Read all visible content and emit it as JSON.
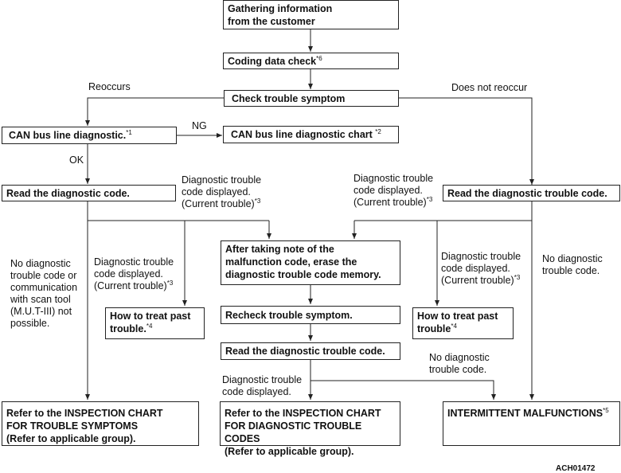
{
  "boxes": {
    "gather": "Gathering information\nfrom the customer",
    "coding": "Coding data check",
    "coding_sup": "*6",
    "check": "Check trouble symptom",
    "can_diag": "CAN bus line diagnostic.",
    "can_diag_sup": "*1",
    "can_chart": "CAN bus line diagnostic chart ",
    "can_chart_sup": "*2",
    "read_left": "Read the diagnostic code.",
    "read_right": "Read the diagnostic trouble code.",
    "erase": "After taking note of the\nmalfunction code, erase the\ndiagnostic trouble code memory.",
    "past_left": "How to treat past\ntrouble.",
    "past_left_sup": "*4",
    "past_right": "How to treat past\ntrouble",
    "past_right_sup": "*4",
    "recheck": "Recheck trouble symptom.",
    "read_mid": "Read the diagnostic trouble code.",
    "ref_symptoms": "Refer to the INSPECTION CHART\nFOR TROUBLE SYMPTOMS\n(Refer to applicable group).",
    "ref_codes": "Refer to the INSPECTION CHART\nFOR DIAGNOSTIC TROUBLE CODES\n(Refer to applicable group).",
    "intermittent": "INTERMITTENT MALFUNCTIONS",
    "intermittent_sup": "*5"
  },
  "labels": {
    "reoccurs": "Reoccurs",
    "not_reoccur": "Does not reoccur",
    "ng": "NG",
    "ok": "OK",
    "dtc_current_left": "Diagnostic trouble\ncode displayed.\n(Current trouble)",
    "dtc_current_left_sup": "*3",
    "dtc_current_right": "Diagnostic trouble\ncode displayed.\n(Current trouble)",
    "dtc_current_right_sup": "*3",
    "dtc_past_left": "Diagnostic trouble\ncode displayed.\n(Current trouble)",
    "dtc_past_left_sup": "*3",
    "dtc_past_right": "Diagnostic trouble\ncode displayed.\n(Current trouble)",
    "dtc_past_right_sup": "*3",
    "no_dtc_comm": "No diagnostic\ntrouble code or\ncommunication\nwith scan tool\n(M.U.T-III) not\npossible.",
    "no_dtc_right": "No diagnostic\ntrouble code.",
    "dtc_displayed": "Diagnostic trouble\ncode displayed.",
    "no_dtc_mid": "No diagnostic\ntrouble code."
  },
  "figure_code": "ACH01472"
}
